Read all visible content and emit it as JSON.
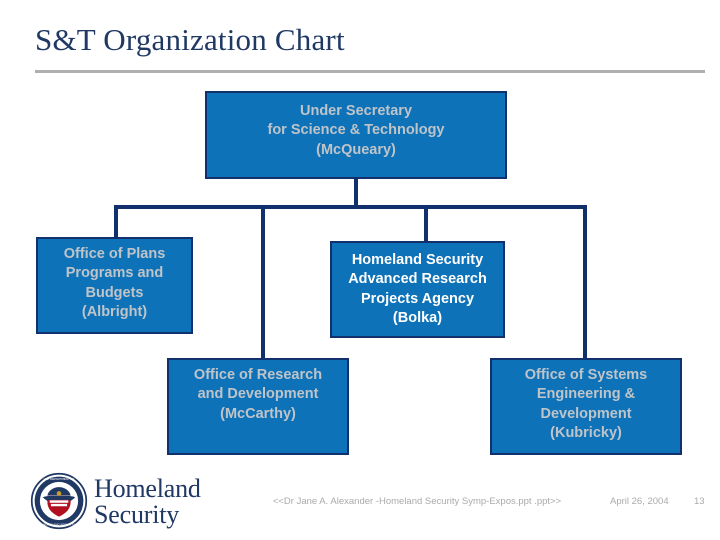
{
  "slide": {
    "title": "S&T Organization Chart"
  },
  "org_chart": {
    "nodes": [
      {
        "id": "undersecretary",
        "text": "Under Secretary\nfor Science & Technology\n(McQueary)"
      },
      {
        "id": "plans",
        "text": "Office of Plans\nPrograms and\nBudgets\n(Albright)"
      },
      {
        "id": "hsarpa",
        "text": "Homeland Security\nAdvanced Research\nProjects Agency\n(Bolka)"
      },
      {
        "id": "ord",
        "text": "Office of Research\nand Development\n(McCarthy)"
      },
      {
        "id": "osed",
        "text": "Office of Systems\nEngineering &\nDevelopment\n(Kubricky)"
      }
    ],
    "colors": {
      "box_fill": "#0E72B8",
      "box_border": "#12306B",
      "box_text": "#BFC4C9",
      "box_text_bright": "#FFFFFF",
      "connector": "#12306B",
      "title_text": "#1F3864",
      "title_rule": "#AFAFAF"
    }
  },
  "footer": {
    "seal_label": "dhs-seal",
    "wordmark_line1": "Homeland",
    "wordmark_line2": "Security",
    "filename": "<<Dr Jane A. Alexander -Homeland Security Symp-Expos.ppt .ppt>>",
    "date": "April 26, 2004",
    "page_number": "13"
  }
}
